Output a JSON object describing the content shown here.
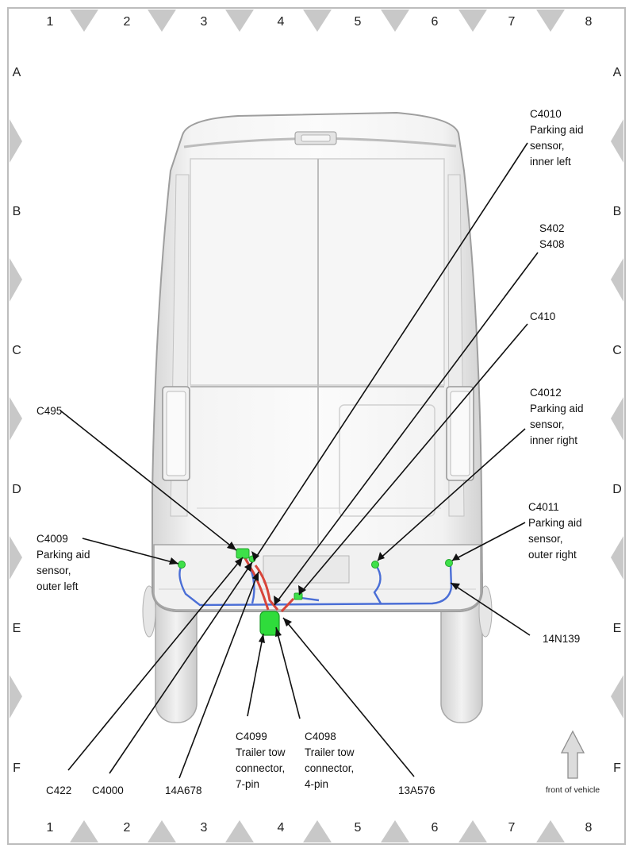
{
  "grid": {
    "columns": [
      "1",
      "2",
      "3",
      "4",
      "5",
      "6",
      "7",
      "8"
    ],
    "rows": [
      "A",
      "B",
      "C",
      "D",
      "E",
      "F"
    ]
  },
  "callouts": {
    "c4010": [
      "C4010",
      "Parking aid",
      "sensor,",
      "inner left"
    ],
    "s402": [
      "S402",
      "S408"
    ],
    "c410": [
      "C410"
    ],
    "c4012": [
      "C4012",
      "Parking aid",
      "sensor,",
      "inner right"
    ],
    "c495": [
      "C495"
    ],
    "c4011": [
      "C4011",
      "Parking aid",
      "sensor,",
      "outer right"
    ],
    "c4009": [
      "C4009",
      "Parking aid",
      "sensor,",
      "outer left"
    ],
    "n14n139": [
      "14N139"
    ],
    "c4099": [
      "C4099",
      "Trailer tow",
      "connector,",
      "7-pin"
    ],
    "c4098": [
      "C4098",
      "Trailer tow",
      "connector,",
      "4-pin"
    ],
    "c422": [
      "C422"
    ],
    "c4000": [
      "C4000"
    ],
    "n14a678": [
      "14A678"
    ],
    "n13a576": [
      "13A576"
    ]
  },
  "orientation": {
    "label": "front of vehicle",
    "icon": "up-arrow-icon"
  },
  "colors": {
    "frame": "#bdbdbd",
    "indicator": "#c8c8c8",
    "wire_harness": "#4a6ed6",
    "trailer_wire": "#d8453a",
    "connector": "#3ee049"
  }
}
